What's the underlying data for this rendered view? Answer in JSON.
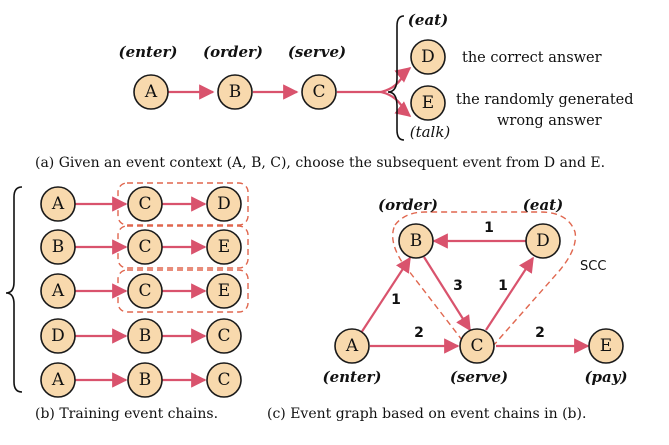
{
  "part_a": {
    "labels": {
      "A": "(enter)",
      "B": "(order)",
      "C": "(serve)",
      "D": "(eat)",
      "E": "(talk)"
    },
    "nodes": {
      "A": "A",
      "B": "B",
      "C": "C",
      "D": "D",
      "E": "E"
    },
    "answers": {
      "correct": "the correct answer",
      "wrong_line1": "the randomly generated",
      "wrong_line2": "wrong answer"
    },
    "caption": "(a) Given an event context (A, B, C), choose the subsequent event from D and E."
  },
  "part_b": {
    "chains": [
      [
        "A",
        "C",
        "D"
      ],
      [
        "B",
        "C",
        "E"
      ],
      [
        "A",
        "C",
        "E"
      ],
      [
        "D",
        "B",
        "C"
      ],
      [
        "A",
        "B",
        "C"
      ]
    ],
    "caption": "(b) Training event chains."
  },
  "part_c": {
    "nodes": {
      "A": {
        "letter": "A",
        "label": "(enter)"
      },
      "B": {
        "letter": "B",
        "label": "(order)"
      },
      "C": {
        "letter": "C",
        "label": "(serve)"
      },
      "D": {
        "letter": "D",
        "label": "(eat)"
      },
      "E": {
        "letter": "E",
        "label": "(pay)"
      }
    },
    "edges": [
      {
        "from": "D",
        "to": "B",
        "weight": "1"
      },
      {
        "from": "B",
        "to": "C",
        "weight": "3"
      },
      {
        "from": "A",
        "to": "B",
        "weight": "1"
      },
      {
        "from": "C",
        "to": "D",
        "weight": "1"
      },
      {
        "from": "A",
        "to": "C",
        "weight": "2"
      },
      {
        "from": "C",
        "to": "E",
        "weight": "2"
      }
    ],
    "scc_label": "SCC",
    "caption": "(c) Event graph based on event chains in (b)."
  },
  "colors": {
    "node_fill": "#f8d9ad",
    "edge": "#d9536d",
    "dashed_box": "#e0674f"
  }
}
